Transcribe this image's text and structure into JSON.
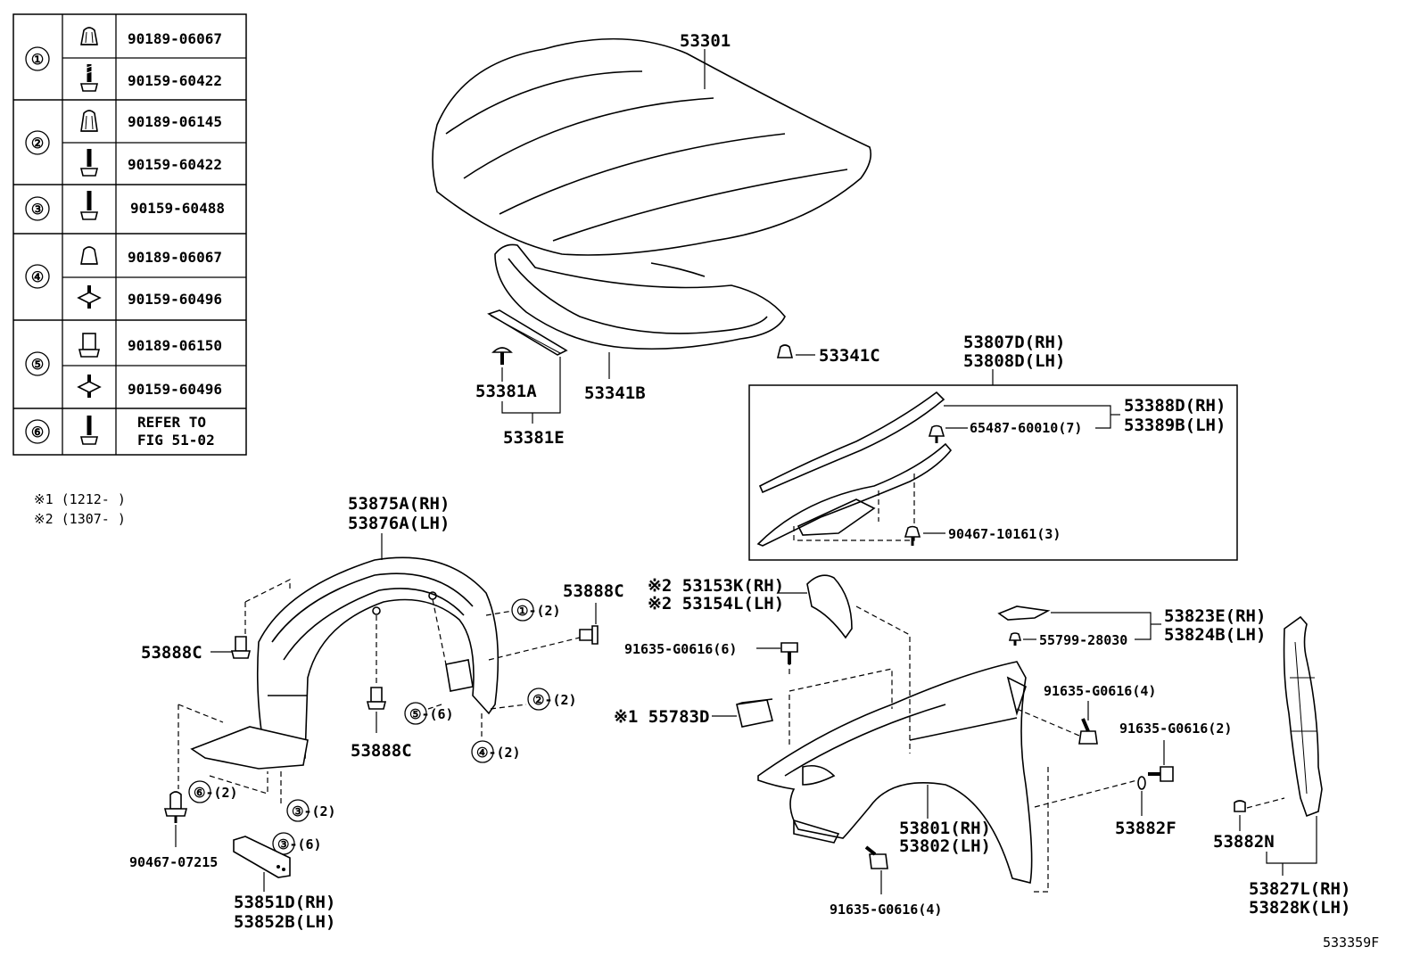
{
  "fastener_table": [
    {
      "ref": "①",
      "parts": [
        "90189-06067",
        "90159-60422"
      ]
    },
    {
      "ref": "②",
      "parts": [
        "90189-06145",
        "90159-60422"
      ]
    },
    {
      "ref": "③",
      "parts": [
        "90159-60488"
      ]
    },
    {
      "ref": "④",
      "parts": [
        "90189-06067",
        "90159-60496"
      ]
    },
    {
      "ref": "⑤",
      "parts": [
        "90189-06150",
        "90159-60496"
      ]
    },
    {
      "ref": "⑥",
      "parts": [
        "REFER TO FIG 51-02"
      ]
    }
  ],
  "notes": {
    "note1": "※1 (1212-     )",
    "note2": "※2 (1307-     )"
  },
  "labels": {
    "hood": "53301",
    "hood_insulator": "53341B",
    "hood_clip": "53341C",
    "seal_clip": "53381A",
    "seal_group": "53381E",
    "fender_group_rh": "53807D(RH)",
    "fender_group_lh": "53808D(LH)",
    "seal_rh": "53388D(RH)",
    "seal_lh": "53389B(LH)",
    "clip_65487": "65487-60010(7)",
    "clip_90467_10161": "90467-10161(3)",
    "liner_rh": "53875A(RH)",
    "liner_lh": "53876A(LH)",
    "clip_53888c_top": "53888C",
    "clip_53888c_left": "53888C",
    "clip_53888c_mid": "53888C",
    "ref1_qty": "①-(2)",
    "ref2_qty": "②-(2)",
    "ref4_qty": "④-(2)",
    "ref5_qty": "⑤-(6)",
    "ref6_qty": "⑥-(2)",
    "ref3_qty_a": "③-(2)",
    "ref3_qty_b": "③-(6)",
    "clip_90467_07215": "90467-07215",
    "bracket_rh": "53851D(RH)",
    "bracket_lh": "53852B(LH)",
    "bracket_153_rh": "※2 53153K(RH)",
    "bracket_154_lh": "※2 53154L(LH)",
    "bolt_top": "91635-G0616(6)",
    "cushion": "※1 55783D",
    "protector_rh": "53823E(RH)",
    "protector_lh": "53824B(LH)",
    "clip_55799": "55799-28030",
    "bolt_right_a": "91635-G0616(4)",
    "bolt_right_b": "91635-G0616(2)",
    "washer": "53882F",
    "fender_rh": "53801(RH)",
    "fender_lh": "53802(LH)",
    "bolt_bottom": "91635-G0616(4)",
    "clip_53882n": "53882N",
    "seal_side_rh": "53827L(RH)",
    "seal_side_lh": "53828K(LH)",
    "figure_code": "533359F"
  }
}
